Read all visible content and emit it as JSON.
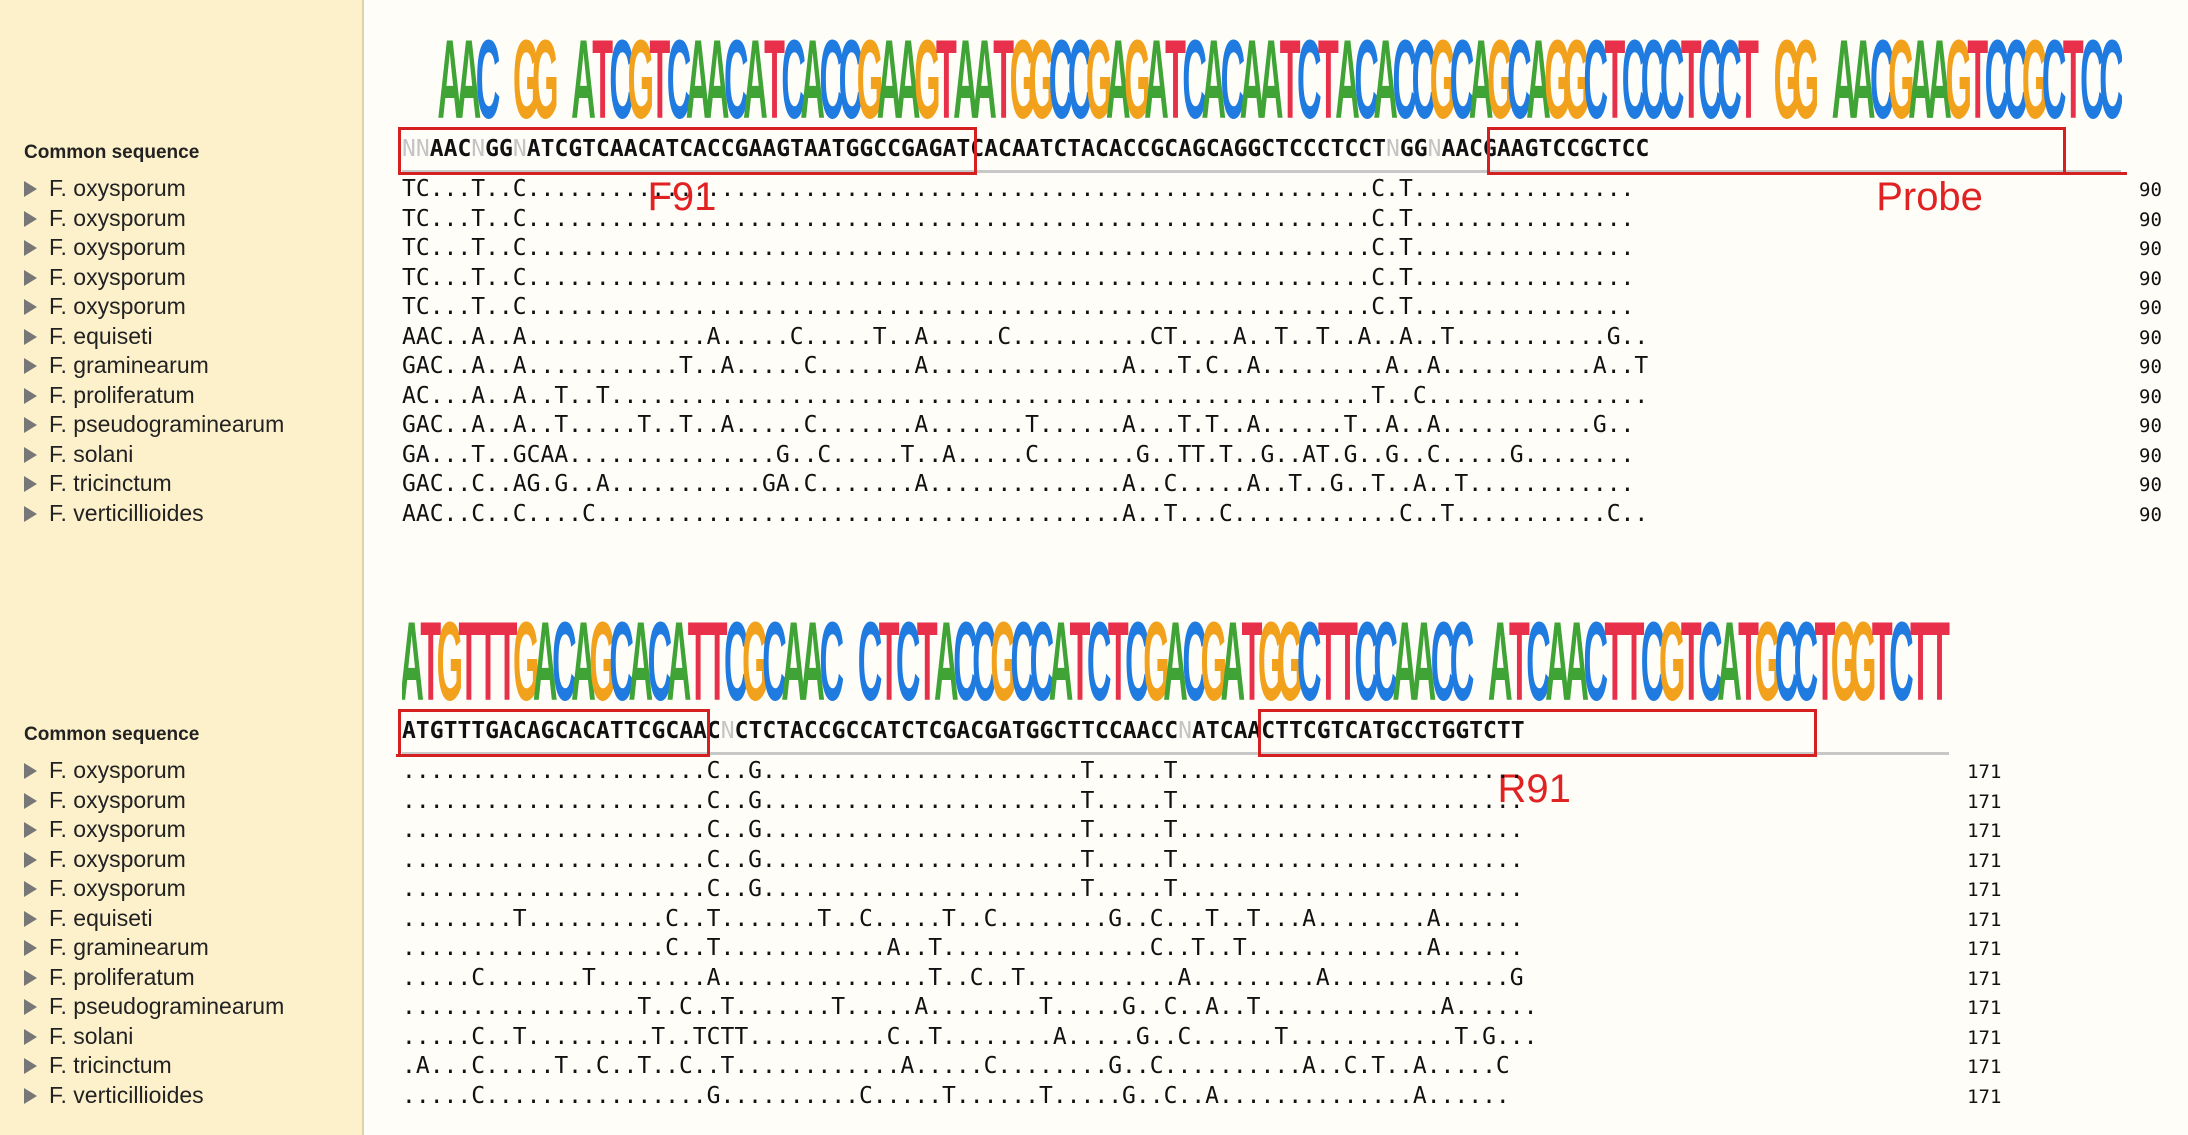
{
  "common_label": "Common sequence",
  "blocks": [
    {
      "logo": "NNAACNGGNATCGTCAACATCACCGAAGTAATGGCCGAGATCACAATCTACACCGCAGCAGGCTCCCTCCTNGGNAACGAAGTCCGCTCC",
      "consensus": "NNAACNGGNATCGTCAACATCACCGAAGTAATGGCCGAGATCACAATCTACACCGCAGCAGGCTCCCTCCTNGGNAACGAAGTCCGCTCC",
      "count": "90",
      "annotations": [
        {
          "label": "F91",
          "start": 0,
          "end": 29
        },
        {
          "label": "Probe",
          "start": 57,
          "end": 86
        }
      ],
      "rows": [
        {
          "species": "F.  oxysporum",
          "seq": "TC...T..C.............................................................C.T................"
        },
        {
          "species": "F.  oxysporum",
          "seq": "TC...T..C.............................................................C.T................"
        },
        {
          "species": "F.  oxysporum",
          "seq": "TC...T..C.............................................................C.T................"
        },
        {
          "species": "F.  oxysporum",
          "seq": "TC...T..C.............................................................C.T................"
        },
        {
          "species": "F.  oxysporum",
          "seq": "TC...T..C.............................................................C.T................"
        },
        {
          "species": "F.  equiseti",
          "seq": "AAC..A..A.............A.....C.....T..A.....C..........CT....A..T..T..A..A..T...........G.."
        },
        {
          "species": "F.  graminearum",
          "seq": "GAC..A..A...........T..A.....C.......A..............A...T.C..A.........A..A...........A..T"
        },
        {
          "species": "F.  proliferatum",
          "seq": "AC...A..A..T..T.......................................................T..C................"
        },
        {
          "species": "F.  pseudograminearum",
          "seq": "GAC..A..A..T.....T..T..A.....C.......A.......T......A...T.T..A......T..A..A...........G.."
        },
        {
          "species": "F.  solani",
          "seq": "GA...T..GCAA...............G..C.....T..A.....C.......G..TT.T..G..AT.G..G..C.....G........"
        },
        {
          "species": "F.  tricinctum",
          "seq": "GAC..C..AG.G..A...........GA.C.......A..............A..C.....A..T..G..T..A..T............"
        },
        {
          "species": "F.  verticillioides",
          "seq": "AAC..C..C....C......................................A..T...C............C..T...........C.."
        }
      ]
    },
    {
      "logo": "ATGTTTGACAGCACATTCGCAACNCTCTACCGCCATCTCGACGATGGCTTCCAACCNATCAACTTCGTCATGCCTGGTCTT",
      "consensus": "ATGTTTGACAGCACATTCGCAACNCTCTACCGCCATCTCGACGATGGCTTCCAACCNATCAACTTCGTCATGCCTGGTCTT",
      "count": "171",
      "annotations": [
        {
          "label": "",
          "start": 0,
          "end": 15
        },
        {
          "label": "R91",
          "start": 45,
          "end": 73
        }
      ],
      "rows": [
        {
          "species": "F.  oxysporum",
          "seq": "......................C..G.......................T.....T........................."
        },
        {
          "species": "F.  oxysporum",
          "seq": "......................C..G.......................T.....T........................."
        },
        {
          "species": "F.  oxysporum",
          "seq": "......................C..G.......................T.....T........................."
        },
        {
          "species": "F.  oxysporum",
          "seq": "......................C..G.......................T.....T........................."
        },
        {
          "species": "F.  oxysporum",
          "seq": "......................C..G.......................T.....T........................."
        },
        {
          "species": "F.  equiseti",
          "seq": "........T..........C..T.......T..C.....T..C........G..C...T..T...A........A......"
        },
        {
          "species": "F.  graminearum",
          "seq": "...................C..T............A..T...............C..T..T.............A......"
        },
        {
          "species": "F.  proliferatum",
          "seq": ".....C.......T........A...............T..C..T...........A.........A.............G"
        },
        {
          "species": "F.  pseudograminearum",
          "seq": ".................T..C..T.......T.....A........T.....G..C..A..T.............A......"
        },
        {
          "species": "F.  solani",
          "seq": ".....C..T.........T..TCTT..........C..T........A.....G..C......T............T.G..."
        },
        {
          "species": "F.  tricinctum",
          "seq": ".A...C.....T..C..T..C..T............A.....C........G..C..........A..C.T..A.....C"
        },
        {
          "species": "F.  verticillioides",
          "seq": ".....C................G..........C.....T......T.....G..C..A..............A......"
        }
      ]
    }
  ],
  "colors": {
    "A": "#3fa335",
    "C": "#1f7be0",
    "G": "#f2a11c",
    "T": "#e8304a",
    "annotation": "#d42020"
  }
}
